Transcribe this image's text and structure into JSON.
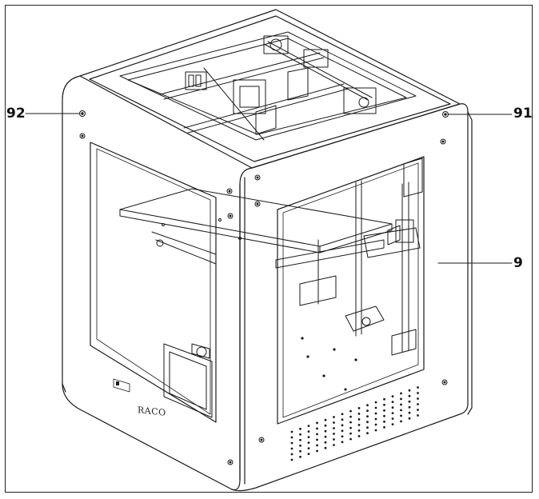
{
  "figure": {
    "labels": {
      "cabinet_ref": "9",
      "right_screw_ref": "91",
      "left_screw_ref": "92"
    },
    "brand_text": "RACO"
  }
}
